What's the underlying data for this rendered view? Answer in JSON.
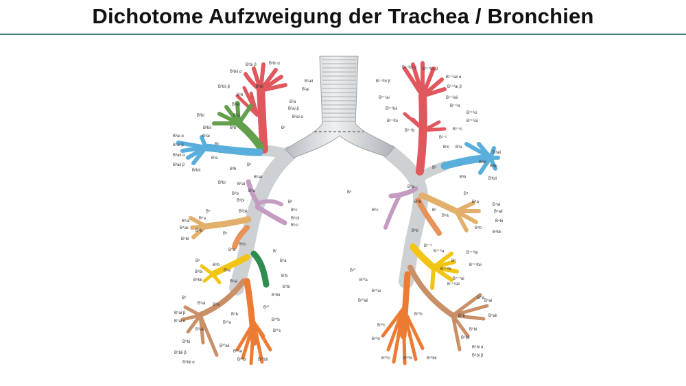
{
  "title": "Dichotome Aufzweigung der Trachea / Bronchien",
  "colors": {
    "trachea": "#d9dde0",
    "seg1": "#e0585d",
    "seg2": "#62a04c",
    "seg3": "#5aaedc",
    "seg4": "#e2b06a",
    "seg5": "#e8925a",
    "seg6": "#c49cc2",
    "seg7": "#2f8d4f",
    "seg8": "#f2c515",
    "seg9": "#c98f66",
    "seg10": "#ec7b33",
    "line": "#444444"
  },
  "labels": {
    "right": [
      {
        "id": "r1",
        "text": "B¹bii α"
      },
      {
        "id": "r2",
        "text": "B¹bi β"
      },
      {
        "id": "r3",
        "text": "B¹bi α"
      },
      {
        "id": "r4",
        "text": "B¹bii β"
      },
      {
        "id": "r5",
        "text": "B¹bi"
      },
      {
        "id": "r6",
        "text": "B¹aii"
      },
      {
        "id": "r7",
        "text": "B¹ai"
      },
      {
        "id": "r8",
        "text": "B¹b"
      },
      {
        "id": "r9",
        "text": "B¹a"
      },
      {
        "id": "r10",
        "text": "B²aii"
      },
      {
        "id": "r11",
        "text": "B²ai β"
      },
      {
        "id": "r12",
        "text": "B²ai α"
      },
      {
        "id": "r13",
        "text": "B²bi"
      },
      {
        "id": "r14",
        "text": "B²a"
      },
      {
        "id": "r15",
        "text": "B¹"
      },
      {
        "id": "r16",
        "text": "B²bii"
      },
      {
        "id": "r17",
        "text": "B²b"
      },
      {
        "id": "r18",
        "text": "B³ai α"
      },
      {
        "id": "r19",
        "text": "B³ai"
      },
      {
        "id": "r20",
        "text": "B²"
      },
      {
        "id": "r21",
        "text": "B³ai β"
      },
      {
        "id": "r22",
        "text": "B³aii α"
      },
      {
        "id": "r23",
        "text": "B³a"
      },
      {
        "id": "r24",
        "text": "B³aii β"
      },
      {
        "id": "r25",
        "text": "B³bii"
      },
      {
        "id": "r26",
        "text": "B³b"
      },
      {
        "id": "r27",
        "text": "B³"
      },
      {
        "id": "r28",
        "text": "B³bi"
      },
      {
        "id": "r29",
        "text": "B⁶aii"
      },
      {
        "id": "r30",
        "text": "B⁶ai"
      },
      {
        "id": "r31",
        "text": "B⁶a"
      },
      {
        "id": "r32",
        "text": "B⁶b"
      },
      {
        "id": "r33",
        "text": "B⁶bi"
      },
      {
        "id": "r34",
        "text": "B⁶bii"
      },
      {
        "id": "r35",
        "text": "B⁶"
      },
      {
        "id": "r36",
        "text": "B⁶c"
      },
      {
        "id": "r37",
        "text": "B⁶ci"
      },
      {
        "id": "r38",
        "text": "B⁶cii"
      },
      {
        "id": "r39",
        "text": "B⁴"
      },
      {
        "id": "r40",
        "text": "B⁴a"
      },
      {
        "id": "r41",
        "text": "B⁴ai"
      },
      {
        "id": "r42",
        "text": "B⁴aii"
      },
      {
        "id": "r43",
        "text": "B⁴b"
      },
      {
        "id": "r44",
        "text": "B⁴bi"
      },
      {
        "id": "r45",
        "text": "B⁵"
      },
      {
        "id": "r46",
        "text": "B⁵b"
      },
      {
        "id": "r47",
        "text": "B⁵a"
      },
      {
        "id": "r48",
        "text": "B⁷"
      },
      {
        "id": "r49",
        "text": "B⁷a"
      },
      {
        "id": "r50",
        "text": "B⁸"
      },
      {
        "id": "r51",
        "text": "B⁸b"
      },
      {
        "id": "r52",
        "text": "B⁸a"
      },
      {
        "id": "r53",
        "text": "B⁸bi"
      },
      {
        "id": "r54",
        "text": "B⁸bii"
      },
      {
        "id": "r55",
        "text": "B⁷b"
      },
      {
        "id": "r56",
        "text": "B⁷bi"
      },
      {
        "id": "r57",
        "text": "B⁸ai"
      },
      {
        "id": "r58",
        "text": "B⁷bii"
      },
      {
        "id": "r59",
        "text": "B⁹"
      },
      {
        "id": "r60",
        "text": "B⁹ai"
      },
      {
        "id": "r61",
        "text": "B⁹a"
      },
      {
        "id": "r62",
        "text": "B⁹ai β"
      },
      {
        "id": "r63",
        "text": "B⁹b"
      },
      {
        "id": "r64",
        "text": "B¹⁰"
      },
      {
        "id": "r65",
        "text": "B⁹ai α"
      },
      {
        "id": "r66",
        "text": "B¹⁰a"
      },
      {
        "id": "r67",
        "text": "B⁹aii"
      },
      {
        "id": "r68",
        "text": "B¹⁰b"
      },
      {
        "id": "r69",
        "text": "B⁹bi"
      },
      {
        "id": "r70",
        "text": "B¹⁰c"
      },
      {
        "id": "r71",
        "text": "B¹⁰aii"
      },
      {
        "id": "r72",
        "text": "B⁹bii β"
      },
      {
        "id": "r73",
        "text": "B¹⁰ai"
      },
      {
        "id": "r74",
        "text": "B⁹bii α"
      },
      {
        "id": "r75",
        "text": "B¹⁰bi"
      },
      {
        "id": "r76",
        "text": "B¹⁰bii"
      }
    ],
    "left": [
      {
        "id": "l1",
        "text": "B¹⁺²bi α"
      },
      {
        "id": "l2",
        "text": "B¹⁺²bii β"
      },
      {
        "id": "l3",
        "text": "B¹⁺²bi β"
      },
      {
        "id": "l4",
        "text": "B¹⁺²aii α"
      },
      {
        "id": "l5",
        "text": "B¹⁺²ai β"
      },
      {
        "id": "l6",
        "text": "B¹⁺²ai"
      },
      {
        "id": "l7",
        "text": "B¹⁺²aii"
      },
      {
        "id": "l8",
        "text": "B¹⁺²bii"
      },
      {
        "id": "l9",
        "text": "B¹⁺²a"
      },
      {
        "id": "l10",
        "text": "B¹⁺²ci"
      },
      {
        "id": "l11",
        "text": "B¹⁺²cii"
      },
      {
        "id": "l12",
        "text": "B¹⁺²bi"
      },
      {
        "id": "l13",
        "text": "B¹⁺²c"
      },
      {
        "id": "l14",
        "text": "B¹⁺²b"
      },
      {
        "id": "l15",
        "text": "B¹⁺²"
      },
      {
        "id": "l16",
        "text": "B³c"
      },
      {
        "id": "l17",
        "text": "B³a"
      },
      {
        "id": "l18",
        "text": "B³aii"
      },
      {
        "id": "l19",
        "text": "B³ai"
      },
      {
        "id": "l20",
        "text": "B³"
      },
      {
        "id": "l21",
        "text": "B³bi"
      },
      {
        "id": "l22",
        "text": "B³b"
      },
      {
        "id": "l23",
        "text": "B³bii"
      },
      {
        "id": "l24",
        "text": "B⁶a"
      },
      {
        "id": "l25",
        "text": "B⁶"
      },
      {
        "id": "l26",
        "text": "B⁶b"
      },
      {
        "id": "l27",
        "text": "B⁶c"
      },
      {
        "id": "l28",
        "text": "B⁴"
      },
      {
        "id": "l29",
        "text": "B⁴a"
      },
      {
        "id": "l30",
        "text": "B⁴ai"
      },
      {
        "id": "l31",
        "text": "B⁵"
      },
      {
        "id": "l32",
        "text": "B⁴aii"
      },
      {
        "id": "l33",
        "text": "B⁴bi"
      },
      {
        "id": "l34",
        "text": "B⁵a"
      },
      {
        "id": "l35",
        "text": "B⁴b"
      },
      {
        "id": "l36",
        "text": "B⁵b"
      },
      {
        "id": "l37",
        "text": "B⁴bii"
      },
      {
        "id": "l38",
        "text": "B⁷⁺⁸"
      },
      {
        "id": "l39",
        "text": "B⁷⁺⁸a"
      },
      {
        "id": "l40",
        "text": "B⁷⁺⁸bi"
      },
      {
        "id": "l41",
        "text": "B⁷"
      },
      {
        "id": "l42",
        "text": "B⁷⁺⁸bii"
      },
      {
        "id": "l43",
        "text": "B¹⁰"
      },
      {
        "id": "l44",
        "text": "B⁷⁺⁸b"
      },
      {
        "id": "l45",
        "text": "B⁷⁺⁸ai"
      },
      {
        "id": "l46",
        "text": "B¹⁰a"
      },
      {
        "id": "l47",
        "text": "B⁷⁺⁸aii"
      },
      {
        "id": "l48",
        "text": "B⁹a"
      },
      {
        "id": "l49",
        "text": "B¹⁰ai"
      },
      {
        "id": "l50",
        "text": "B⁹ai"
      },
      {
        "id": "l51",
        "text": "B¹⁰aii"
      },
      {
        "id": "l52",
        "text": "B¹⁰b"
      },
      {
        "id": "l53",
        "text": "B⁹b"
      },
      {
        "id": "l54",
        "text": "B⁹aii"
      },
      {
        "id": "l55",
        "text": "B¹⁰c"
      },
      {
        "id": "l56",
        "text": "B⁹bi"
      },
      {
        "id": "l57",
        "text": "B⁹bii"
      },
      {
        "id": "l58",
        "text": "B¹⁰d"
      },
      {
        "id": "l59",
        "text": "B⁹bi α"
      },
      {
        "id": "l60",
        "text": "B⁹bi β"
      },
      {
        "id": "l61",
        "text": "B¹⁰ci"
      },
      {
        "id": "l62",
        "text": "B¹⁰bi"
      },
      {
        "id": "l63",
        "text": "B¹⁰bii"
      }
    ]
  }
}
